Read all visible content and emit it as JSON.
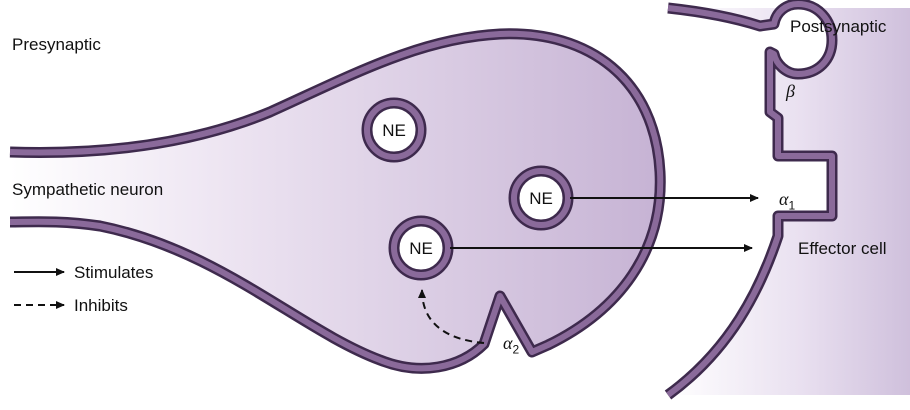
{
  "labels": {
    "presynaptic": "Presynaptic",
    "postsynaptic": "Postsynaptic",
    "sympathetic_neuron": "Sympathetic neuron",
    "effector_cell": "Effector cell"
  },
  "legend": {
    "stimulates": "Stimulates",
    "inhibits": "Inhibits"
  },
  "vesicles": [
    {
      "label": "NE"
    },
    {
      "label": "NE"
    },
    {
      "label": "NE"
    }
  ],
  "receptors": {
    "beta": "β",
    "alpha1_symbol": "α",
    "alpha1_sub": "1",
    "alpha2_symbol": "α",
    "alpha2_sub": "2"
  },
  "colors": {
    "membrane_outline": "#3e2a4d",
    "membrane_fill": "#8a6a9a",
    "cell_interior_dark": "#cbb9d8",
    "cell_interior_light": "#ffffff"
  }
}
